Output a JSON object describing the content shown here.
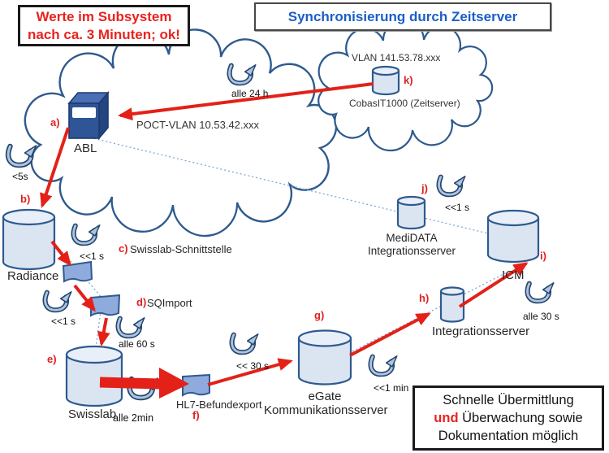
{
  "boxes": {
    "subsystem": {
      "line1": "Werte im Subsystem",
      "line2": "nach ca. 3 Minuten; ok!"
    },
    "sync_header": {
      "text": "Synchronisierung durch Zeitserver"
    },
    "benefit": {
      "line1": "Schnelle Übermittlung",
      "line2_red": "und",
      "line2_rest": "Überwachung sowie",
      "line3": "Dokumentation möglich"
    }
  },
  "clouds": {
    "poct": {
      "label": "POCT-VLAN 10.53.42.xxx"
    },
    "zeit": {
      "label": "VLAN 141.53.78.xxx",
      "server_label": "CobasIT1000 (Zeitserver)"
    }
  },
  "markers": [
    "a)",
    "b)",
    "c)",
    "d)",
    "e)",
    "f)",
    "g)",
    "h)",
    "i)",
    "j)",
    "k)"
  ],
  "nodes": {
    "abl": "ABL",
    "radiance": "Radiance",
    "schnittstelle": "Swisslab-Schnittstelle",
    "sqimport": "SQImport",
    "swisslab": "Swisslab",
    "hl7": "HL7-Befundexport",
    "egate_line1": "eGate",
    "egate_line2": "Kommunikationsserver",
    "integrationsserver": "Integrationsserver",
    "icm": "ICM",
    "medidata_line1": "MediDATA",
    "medidata_line2": "Integrationsserver"
  },
  "timings": {
    "abl_cloud": "alle 24 h",
    "abl": "<5s",
    "radiance": "<<1 s",
    "schnittstelle": "<<1 s",
    "sqimport": "alle 60 s",
    "swisslab": "alle 2min",
    "hl7": "<< 30 s",
    "egate": "<<1 min",
    "medidata": "<<1 s",
    "integrationsserver": "alle 30 s"
  },
  "flows": [
    {
      "from": "k) CobasIT1000 (Zeitserver)",
      "to": "a) ABL"
    },
    {
      "from": "a) ABL",
      "to": "b) Radiance"
    },
    {
      "from": "b) Radiance",
      "to": "c) Swisslab-Schnittstelle"
    },
    {
      "from": "c) Swisslab-Schnittstelle",
      "to": "d) SQImport"
    },
    {
      "from": "d) SQImport",
      "to": "e) Swisslab"
    },
    {
      "from": "e) Swisslab",
      "to": "f) HL7-Befundexport"
    },
    {
      "from": "f) HL7-Befundexport",
      "to": "g) eGate Kommunikationsserver"
    },
    {
      "from": "g) eGate Kommunikationsserver",
      "to": "h) Integrationsserver"
    },
    {
      "from": "h) Integrationsserver",
      "to": "i) ICM"
    }
  ],
  "colors": {
    "arrow_red": "#e32119",
    "header_blue": "#1b5ec8",
    "cloud_stroke": "#2e5a8e",
    "cylinder_fill": "#dbe5f1",
    "interface_fill": "#8faadc",
    "server_fill": "#2e5596"
  }
}
